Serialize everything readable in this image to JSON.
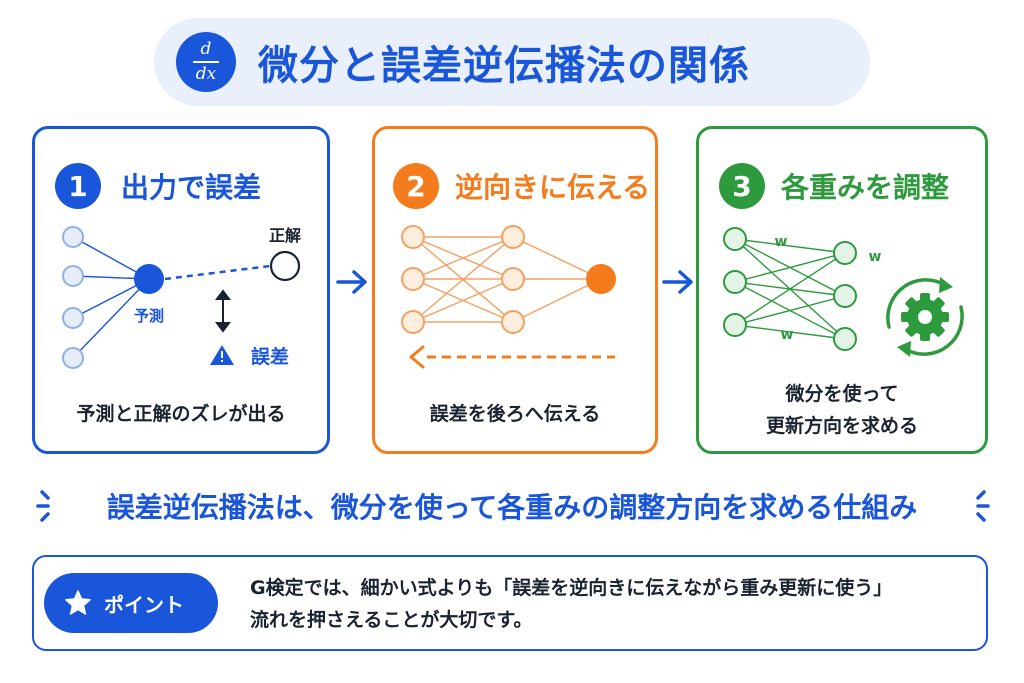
{
  "title": {
    "icon_top": "d",
    "icon_bottom": "dx",
    "text": "微分と誤差逆伝播法の関係"
  },
  "steps": [
    {
      "number": "1",
      "title": "出力で誤差",
      "label_correct": "正解",
      "label_prediction": "予測",
      "label_error": "誤差",
      "caption": "予測と正解のズレが出る",
      "color": "#1a56d9"
    },
    {
      "number": "2",
      "title": "逆向きに伝える",
      "caption": "誤差を後ろへ伝える",
      "color": "#f57c1c"
    },
    {
      "number": "3",
      "title": "各重みを調整",
      "weight_label": "w",
      "caption_line1": "微分を使って",
      "caption_line2": "更新方向を求める",
      "color": "#2e9a3e"
    }
  ],
  "summary": "誤差逆伝播法は、微分を使って各重みの調整方向を求める仕組み",
  "point": {
    "badge": "ポイント",
    "line1": "G検定では、細かい式よりも「誤差を逆向きに伝えながら重み更新に使う」",
    "line2": "流れを押さえることが大切です。"
  },
  "icons": [
    "derivative-icon",
    "warning-icon",
    "gear-icon",
    "star-icon",
    "arrow-right-icon"
  ]
}
